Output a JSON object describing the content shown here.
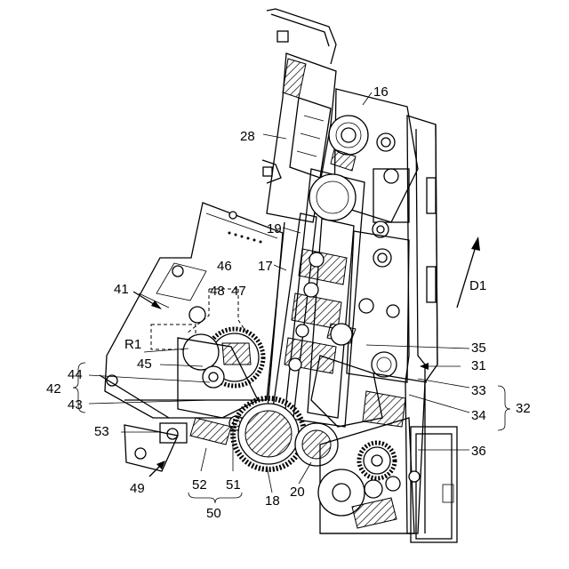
{
  "labels": {
    "l16": "16",
    "l28": "28",
    "l19": "19",
    "l17": "17",
    "l46": "46",
    "l48": "48",
    "l47": "47",
    "l41": "41",
    "lR1": "R1",
    "l45": "45",
    "l44": "44",
    "l42": "42",
    "l43": "43",
    "l53": "53",
    "l49": "49",
    "l52": "52",
    "l51": "51",
    "l50": "50",
    "l18": "18",
    "l20": "20",
    "l36": "36",
    "l34": "34",
    "l33": "33",
    "l32": "32",
    "l31": "31",
    "l35": "35",
    "lD1": "D1"
  }
}
